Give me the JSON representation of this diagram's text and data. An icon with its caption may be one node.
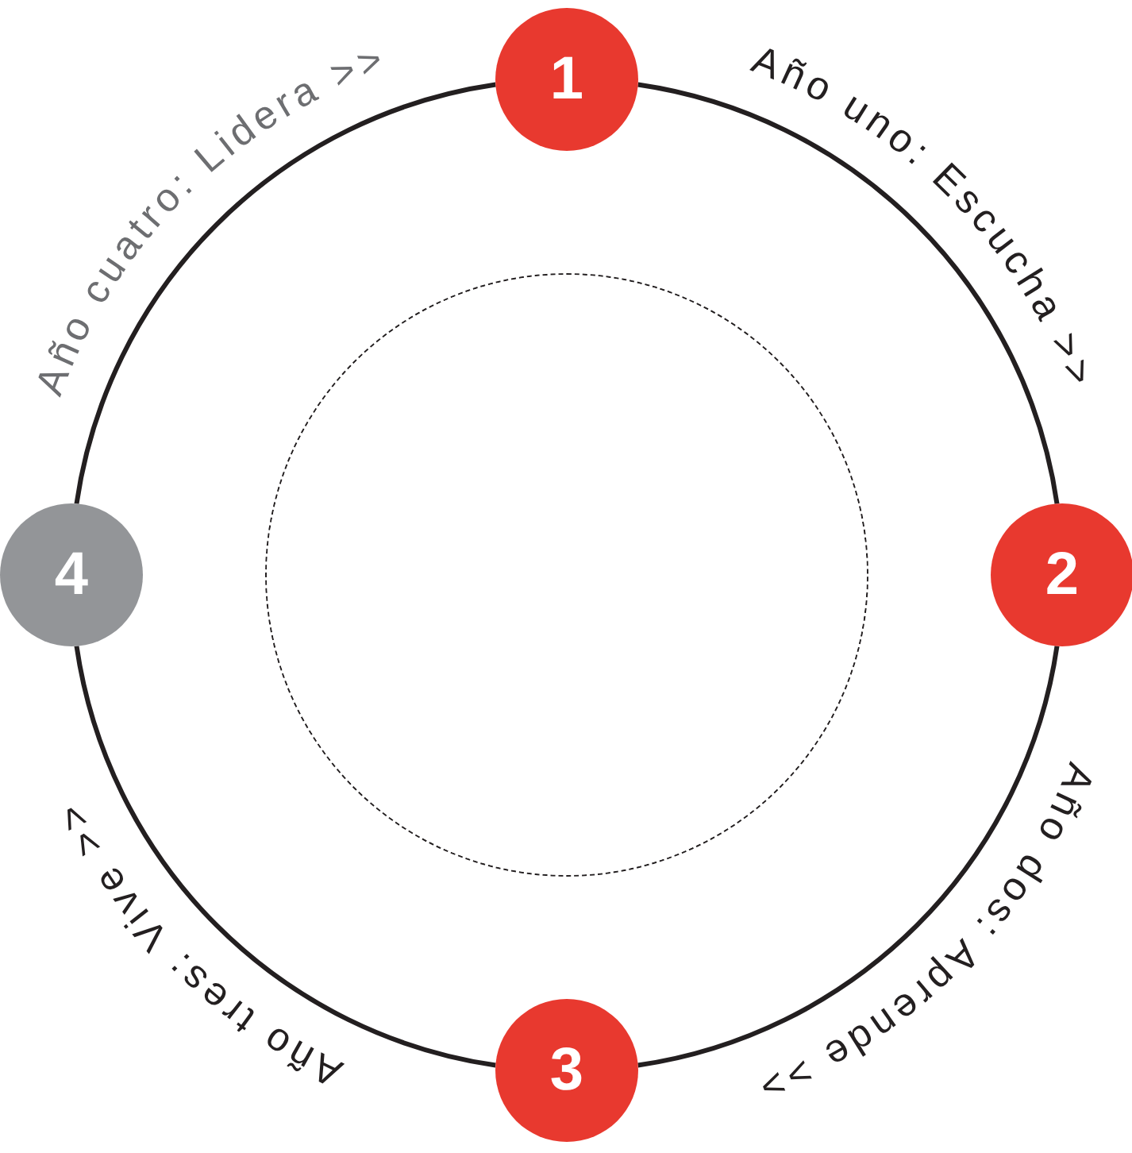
{
  "diagram": {
    "nodes": [
      {
        "text": [
          "1"
        ]
      },
      {
        "text": [
          "2"
        ]
      },
      {
        "text": [
          "3"
        ]
      },
      {
        "text": [
          "4"
        ]
      },
      {
        "text": [],
        "shape": "circle"
      }
    ],
    "edges": [
      {
        "from": 0,
        "to": 1,
        "arrow": "none",
        "label": "Año uno: Escucha >>"
      },
      {
        "from": 1,
        "to": 2,
        "arrow": "none",
        "label": "Año dos: Aprende >>"
      },
      {
        "from": 2,
        "to": 3,
        "arrow": "none",
        "label": "Año tres: Vive >>"
      },
      {
        "from": 3,
        "to": 0,
        "arrow": "none",
        "label": "Año cuatro: Lidera >>"
      }
    ]
  }
}
